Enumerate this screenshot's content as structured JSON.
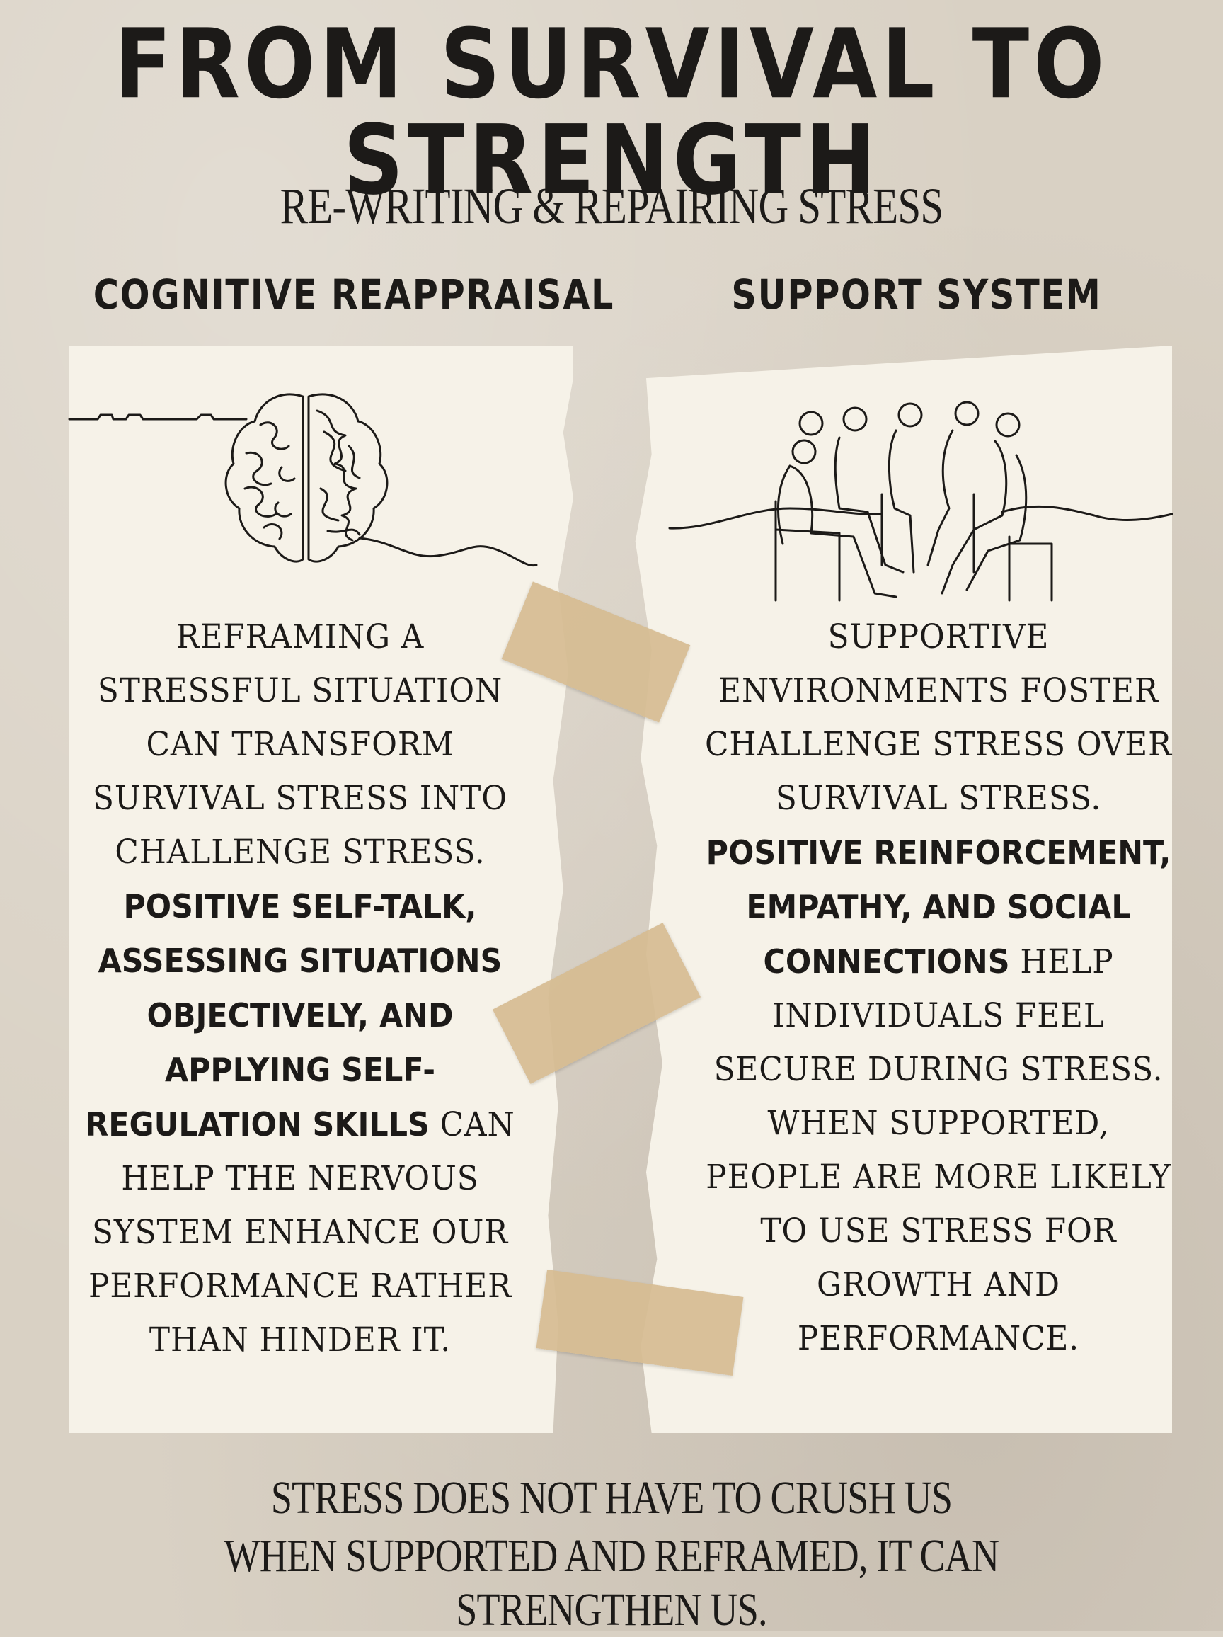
{
  "title": "FROM SURVIVAL TO STRENGTH",
  "subtitle": "RE-WRITING & REPAIRING STRESS",
  "left_column": {
    "heading": "COGNITIVE REAPPRAISAL",
    "icon": "brain-icon",
    "text_1": "REFRAMING A STRESSFUL SITUATION CAN TRANSFORM SURVIVAL STRESS INTO CHALLENGE STRESS.",
    "text_bold": "POSITIVE SELF-TALK, ASSESSING SITUATIONS OBJECTIVELY, AND APPLYING SELF-REGULATION SKILLS",
    "text_2": "CAN HELP THE NERVOUS SYSTEM ENHANCE OUR PERFORMANCE RATHER THAN HINDER IT."
  },
  "right_column": {
    "heading": "SUPPORT SYSTEM",
    "icon": "support-group-icon",
    "text_1": "SUPPORTIVE ENVIRONMENTS FOSTER CHALLENGE STRESS OVER SURVIVAL STRESS.",
    "text_bold": "POSITIVE REINFORCEMENT, EMPATHY, AND SOCIAL CONNECTIONS",
    "text_2": "HELP INDIVIDUALS FEEL SECURE DURING STRESS. WHEN SUPPORTED, PEOPLE ARE MORE LIKELY TO USE STRESS FOR GROWTH AND PERFORMANCE."
  },
  "footer": {
    "line_1": "STRESS DOES NOT HAVE TO CRUSH US",
    "line_2": "WHEN SUPPORTED AND REFRAMED, IT CAN STRENGTHEN US."
  },
  "colors": {
    "background": "#d9d1c4",
    "paper": "#f6f2e8",
    "tape": "#d6bc91",
    "ink": "#1c1a18"
  }
}
